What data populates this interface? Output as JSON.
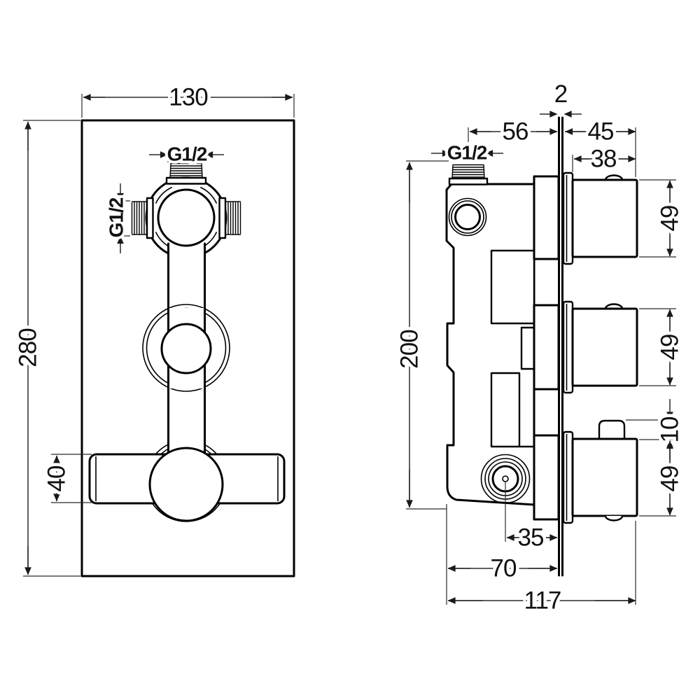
{
  "drawing": {
    "type": "technical-dimension-drawing",
    "views": [
      "front view",
      "side view"
    ],
    "front_view": {
      "plate_width_mm": "130",
      "plate_height_mm": "280",
      "handle_bar_height_mm": "40",
      "thread_top": "G1/2",
      "thread_side": "G1/2"
    },
    "side_view": {
      "plate_thickness_mm": "2",
      "thread_axis_to_plate_mm": "56",
      "knob_total_protrusion_mm": "45",
      "knob_depth_mm": "38",
      "knob_height_top_mm": "49",
      "knob_height_middle_mm": "49",
      "knob_height_bottom_mm": "49",
      "button_height_mm": "10",
      "body_height_mm": "200",
      "outlet_axis_to_plate_mm": "35",
      "body_depth_to_plate_mm": "70",
      "total_depth_mm": "117",
      "thread_top": "G1/2"
    },
    "colors": {
      "background": "#ffffff",
      "object_line": "#000000",
      "dimension_line": "#2b2b2b",
      "text": "#111111"
    }
  }
}
